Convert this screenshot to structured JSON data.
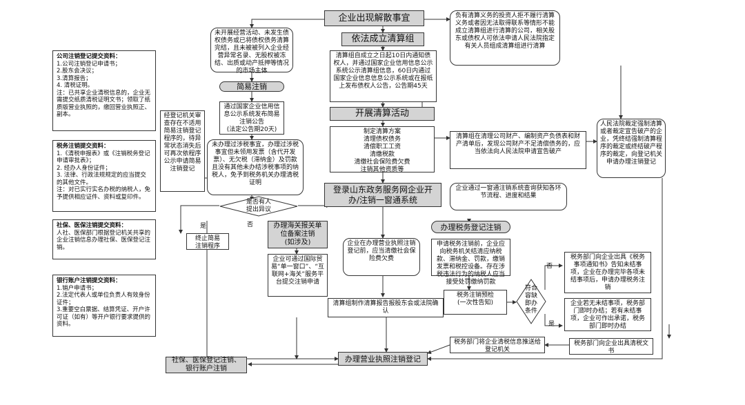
{
  "main_title": "企业出现解散事宜",
  "step_establish": "依法成立清算组",
  "establish_note": "清算组自成立之日起10日内通知债权人，并通过国家企业信用信息公示系统公示清算组信息，60日内通过国家企业信息信息公示系统或在报纸上发布债权人公告，公告期45天",
  "left_condition": "未开展经营活动、未发生债权债务或已将债权债务清算完结，且未被被列入企业经营异常名录、无股权被冻结、出质或动产抵押等情况的市场主体",
  "simple_cancel": "简易注销",
  "simple_publicity": "通过国家企业信用信息公示系统发布简易注销公告\n(法定公告期20天)",
  "tax_check_note": "未办理过涉税事宜，办理过涉税事宜但未领用发票（含代开发票）、无欠税（滞纳金）及罚款且没有其他未办结涉税事项的纳税人，免予到税务机关办理清税证明",
  "objection_decision": "是否有人\n提出异议",
  "yes_label": "是",
  "no_label": "否",
  "review_note": "经登记机关审查存在不适用简易注销登记程序的，待异常状态消失后可再次依程序公示申请简易注销登记",
  "terminate": "终止简易\n注销程序",
  "customs_cancel": "办理海关报关单位备案注销\n(如涉及)",
  "customs_note": "企业可通过国际贸易“单一窗口”、“互联网+海关”服务平台提交注销申请",
  "step_liquidation": "开展清算活动",
  "liquidation_tasks": "制定清算方案\n清理债权债务\n清偿职工工资\n清缴税款\n清缴社会保险费欠费\n注销其他资质等",
  "portal": "登录山东政务服务网企业开办/注销一窗通系统",
  "portal_note": "企业通过一窗通注销系统查询获知各环节流程、进度和结果",
  "social_note": "企业在办理营业执照注销登记前，应当清缴社会保险费欠费",
  "tax_cancel": "办理税务登记注销",
  "tax_cancel_note": "申请税务注销前，企业应向税务机关结清应纳税款、滞纳金、罚款，缴销发票和税控设备。存在涉税违法行为的纳税人应当接受处罚缴纳罚款",
  "tax_precheck": "税务注销预检\n(一次性告知)",
  "commitment_decision": "符合\n容缺\n即办\n条件",
  "tax_notice_no": "税务部门向企业出具《税务事项通知书》告知未结事项，企业在办理完毕各项未结事项后，申请办理税务注销",
  "tax_notice_yes": "企业若无未结事项，税务部门即时办结；若有未结事项，企业可作出承诺，税务部门即时办结",
  "tax_cert": "税务部门向企业出具清税文书",
  "tax_push": "税务部门将企业清税信息推送给登记机关",
  "report_confirm": "清算组制作清算报告报股东会或法院确认",
  "final_register": "办理营业执照注销登记",
  "final_other": "社保、医保登记注销、银行账户注销",
  "top_right_note": "负有清算义务的投资人拒不履行清算义务或者因无法取得联系等情形不能成立清算组进行清算的公司，相关股东或债权人可依法申请人民法院指定有关人员组成清算组进行清算",
  "bankrupt_note": "清算组在清理公司财产、编制资产负债表和财产清单后，发现公司财产不足清偿债务的，应当依法向人民法院申请宣告破产",
  "court_note": "人民法院裁定强制清算或者裁定宣告破产的企业，凭终结强制清算程序的裁定或终结破产程序的裁定，向登记机关申请办理注销登记",
  "sidebar": [
    {
      "title": "公司注销登记提交资料：",
      "body": "1.公司注销登记申请书；\n2.股东会决议；\n3.清算报告；\n4. 清税证明。\n注：已共享企业清税信息的，企业无需提交纸质清税证明文书；领取了纸质版营业执照的，缴回营业执照正、副本。"
    },
    {
      "title": "税务注销提交资料：",
      "body": "1.《清税申报表》或《注销税务登记申请审批表》；\n2. 经办人身份证件；\n3. 法律、行政法规规定的应当提交的其他文件。\n注：对已实行实名办税的纳税人，免予提供相应证件、资料或复印件。"
    },
    {
      "title": "社保、医保注销提交资料：",
      "body": "人社、医保部门根据登记机关共享的企业注销信息办理社保、医保登记注销。"
    },
    {
      "title": "银行账户注销提交资料：",
      "body": "1.销户申请书；\n2.法定代表人或单位负责人有效身份证件；\n3.重要空白票据、结算凭证、开户许可证（如有）等开户银行要求提供的资料。"
    }
  ]
}
